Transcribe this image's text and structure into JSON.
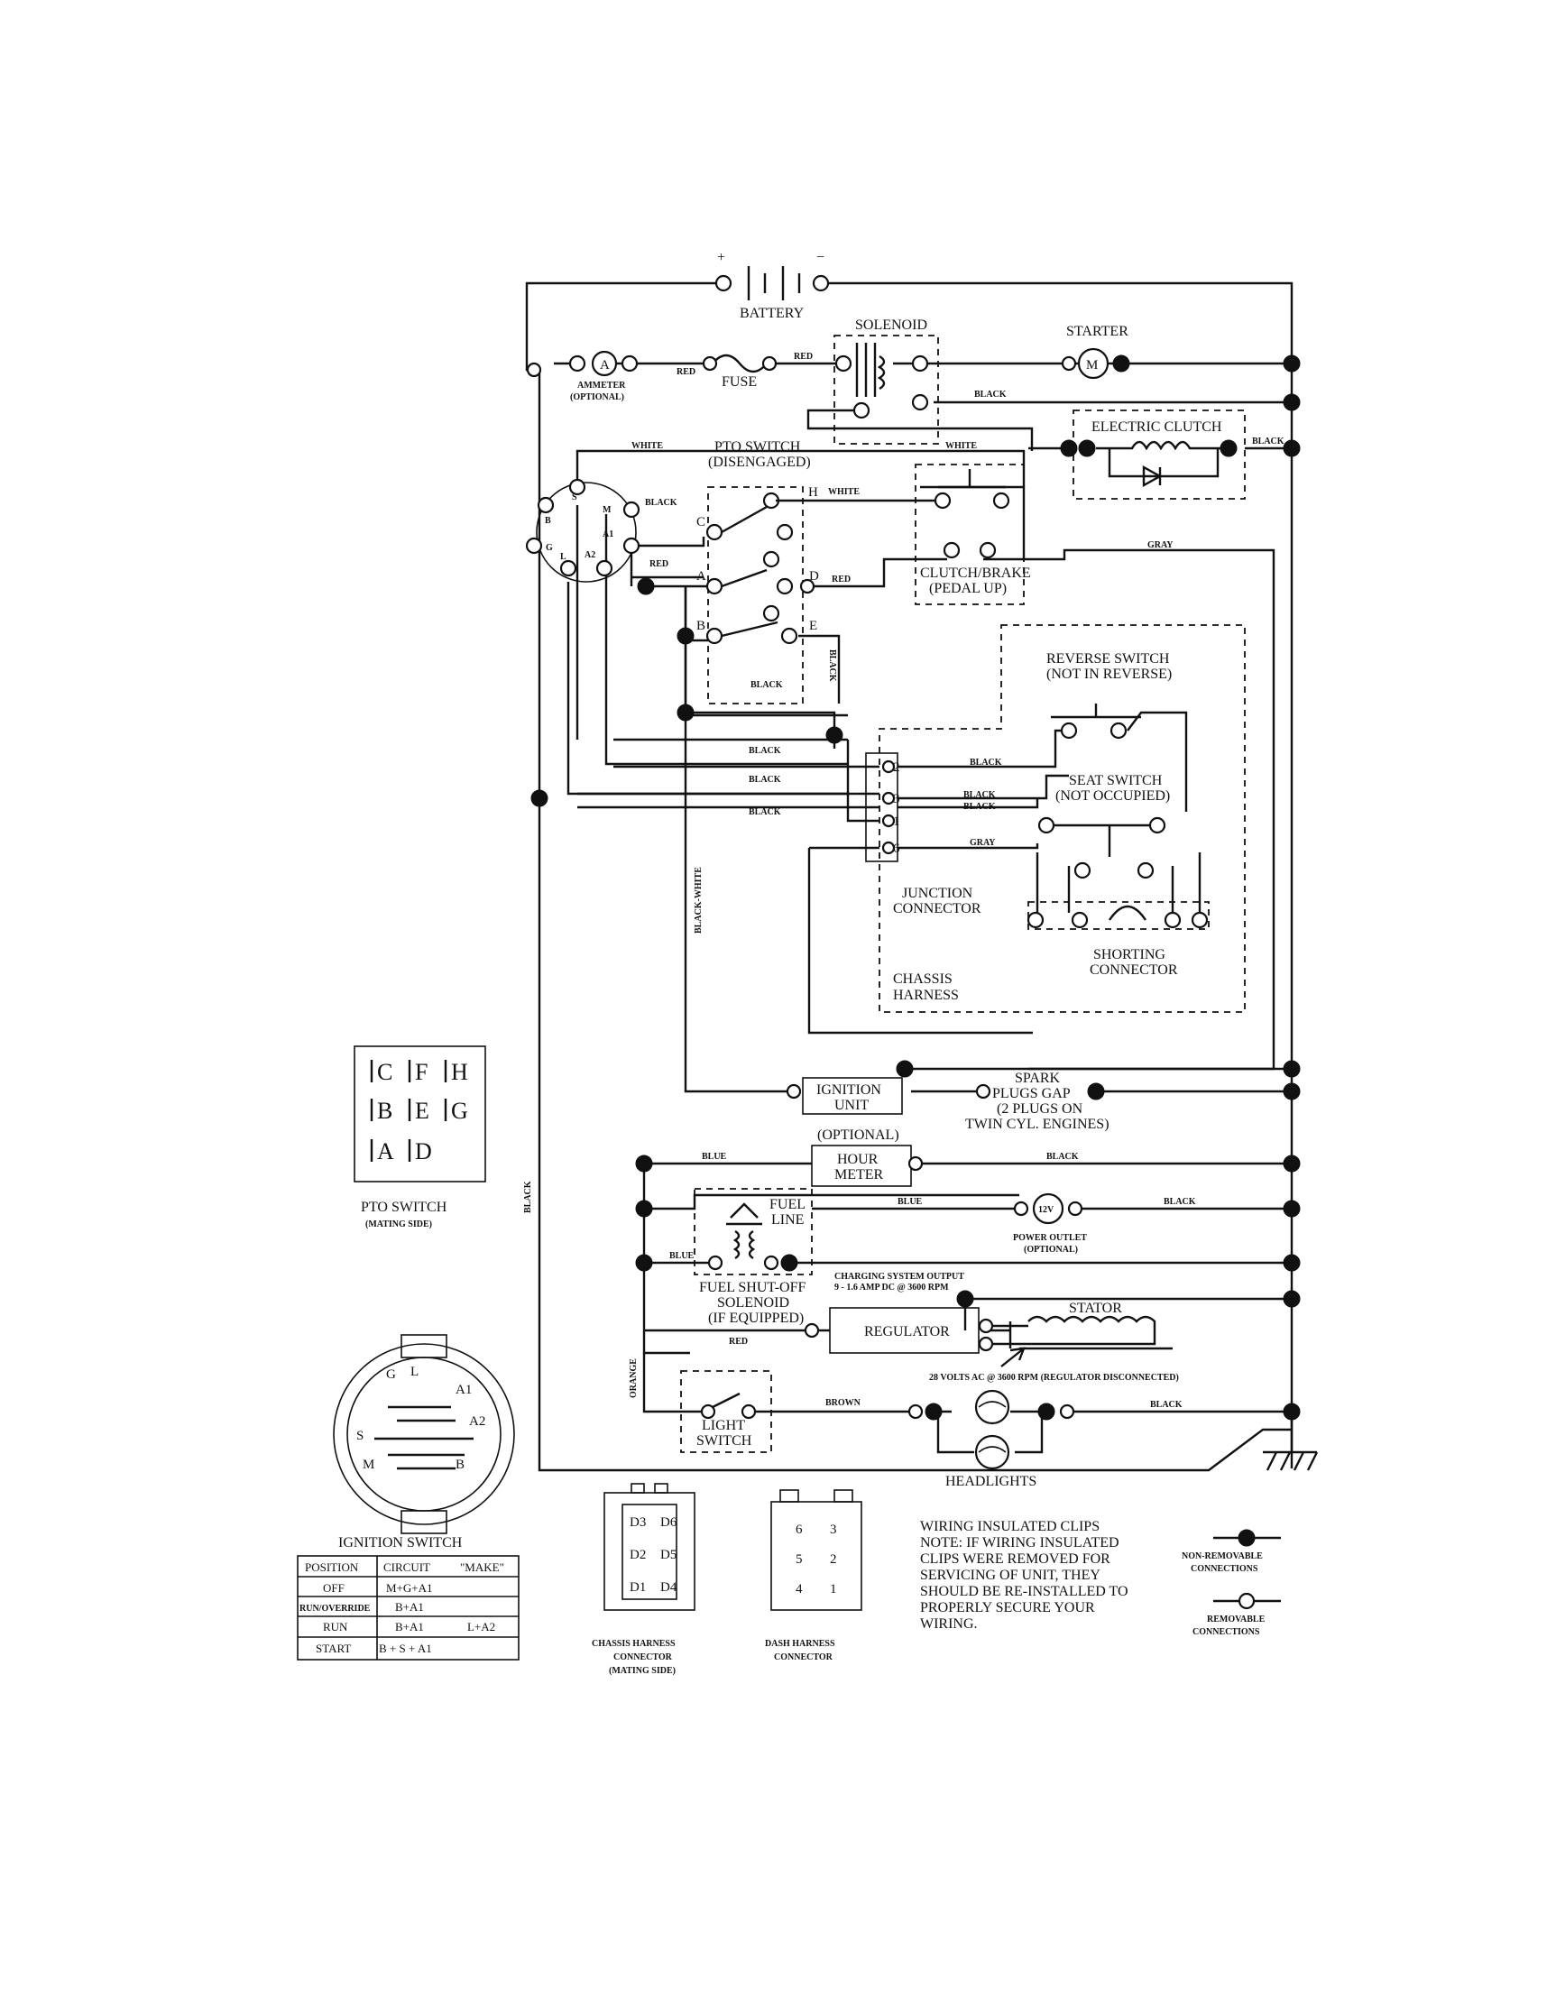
{
  "labels": {
    "battery": "BATTERY",
    "plus": "+",
    "minus": "−",
    "solenoid": "SOLENOID",
    "starter": "STARTER",
    "motor_symbol": "M",
    "ammeter_symbol": "A",
    "ammeter_1": "AMMETER",
    "ammeter_2": "(OPTIONAL)",
    "fuse": "FUSE",
    "electric_clutch": "ELECTRIC CLUTCH",
    "pto_switch_1": "PTO SWITCH",
    "pto_switch_2": "(DISENGAGED)",
    "clutch_brake_1": "CLUTCH/BRAKE",
    "clutch_brake_2": "(PEDAL UP)",
    "reverse_switch_1": "REVERSE SWITCH",
    "reverse_switch_2": "(NOT IN REVERSE)",
    "seat_switch_1": "SEAT SWITCH",
    "seat_switch_2": "(NOT OCCUPIED)",
    "junction_1": "JUNCTION",
    "junction_2": "CONNECTOR",
    "shorting_1": "SHORTING",
    "shorting_2": "CONNECTOR",
    "chassis_harness_1": "CHASSIS",
    "chassis_harness_2": "HARNESS",
    "ignition_unit_1": "IGNITION",
    "ignition_unit_2": "UNIT",
    "spark_1": "SPARK",
    "spark_2": "PLUGS GAP",
    "spark_3": "(2 PLUGS ON",
    "spark_4": "TWIN CYL. ENGINES)",
    "optional": "(OPTIONAL)",
    "hour_meter_1": "HOUR",
    "hour_meter_2": "METER",
    "power_outlet_symbol": "12V",
    "power_outlet_1": "POWER OUTLET",
    "power_outlet_2": "(OPTIONAL)",
    "fuel_line_1": "FUEL",
    "fuel_line_2": "LINE",
    "fuel_solenoid_1": "FUEL SHUT-OFF",
    "fuel_solenoid_2": "SOLENOID",
    "fuel_solenoid_3": "(IF EQUIPPED)",
    "charging_1": "CHARGING SYSTEM OUTPUT",
    "charging_2": "9 - 1.6 AMP DC @ 3600 RPM",
    "regulator": "REGULATOR",
    "stator": "STATOR",
    "stator_voltage": "28 VOLTS AC @ 3600 RPM (REGULATOR DISCONNECTED)",
    "light_switch_1": "LIGHT",
    "light_switch_2": "SWITCH",
    "headlights": "HEADLIGHTS",
    "pto_mating_1": "PTO SWITCH",
    "pto_mating_2": "(MATING SIDE)",
    "ignition_switch": "IGNITION SWITCH",
    "chassis_conn_1": "CHASSIS HARNESS",
    "chassis_conn_2": "CONNECTOR",
    "chassis_conn_3": "(MATING SIDE)",
    "dash_conn_1": "DASH HARNESS",
    "dash_conn_2": "CONNECTOR",
    "note_1": "WIRING INSULATED CLIPS",
    "note_2": "NOTE:  IF WIRING INSULATED",
    "note_3": "CLIPS WERE REMOVED FOR",
    "note_4": "SERVICING OF UNIT, THEY",
    "note_5": "SHOULD BE RE-INSTALLED TO",
    "note_6": "PROPERLY SECURE YOUR",
    "note_7": "WIRING.",
    "legend_nonremovable_1": "NON-REMOVABLE",
    "legend_nonremovable_2": "CONNECTIONS",
    "legend_removable_1": "REMOVABLE",
    "legend_removable_2": "CONNECTIONS"
  },
  "wires": {
    "red": "RED",
    "black": "BLACK",
    "white": "WHITE",
    "gray": "GRAY",
    "blue": "BLUE",
    "orange": "ORANGE",
    "brown": "BROWN",
    "black_white": "BLACK-WHITE"
  },
  "pins": {
    "S": "S",
    "M": "M",
    "B": "B",
    "G": "G",
    "L": "L",
    "A1": "A1",
    "A2": "A2",
    "C": "C",
    "H": "H",
    "A": "A",
    "D": "D",
    "E": "E",
    "F": "F",
    "j2": "2",
    "j3": "3",
    "j1": "1",
    "j6": "6"
  },
  "pto_connector": [
    [
      "C",
      "F",
      "H"
    ],
    [
      "B",
      "E",
      "G"
    ],
    [
      "A",
      "D"
    ]
  ],
  "ignition_switch_terminals": [
    "G",
    "L",
    "A1",
    "A2",
    "S",
    "M",
    "B"
  ],
  "chassis_connector_pins": [
    "D3",
    "D6",
    "D2",
    "D5",
    "D1",
    "D4"
  ],
  "dash_connector_pins": [
    "6",
    "3",
    "5",
    "2",
    "4",
    "1"
  ],
  "ignition_table": {
    "headers": [
      "POSITION",
      "CIRCUIT",
      "\"MAKE\""
    ],
    "rows": [
      [
        "OFF",
        "M+G+A1",
        ""
      ],
      [
        "RUN/OVERRIDE",
        "B+A1",
        ""
      ],
      [
        "RUN",
        "B+A1",
        "L+A2"
      ],
      [
        "START",
        "B + S + A1",
        ""
      ]
    ]
  }
}
